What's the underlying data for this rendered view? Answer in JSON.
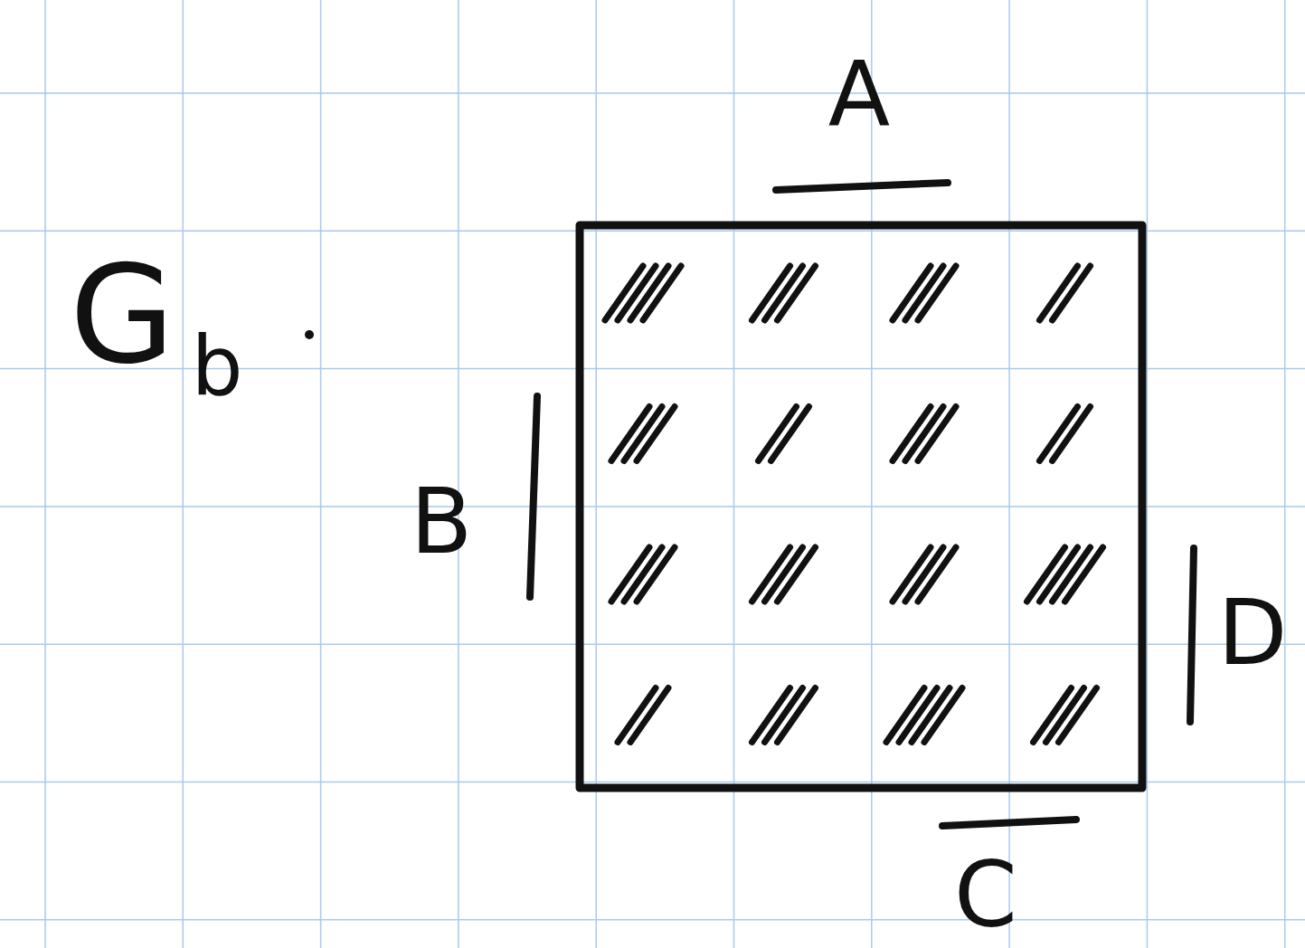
{
  "diagram": {
    "labels": [
      "G",
      "b",
      "A",
      "B",
      "C",
      "D"
    ]
  }
}
